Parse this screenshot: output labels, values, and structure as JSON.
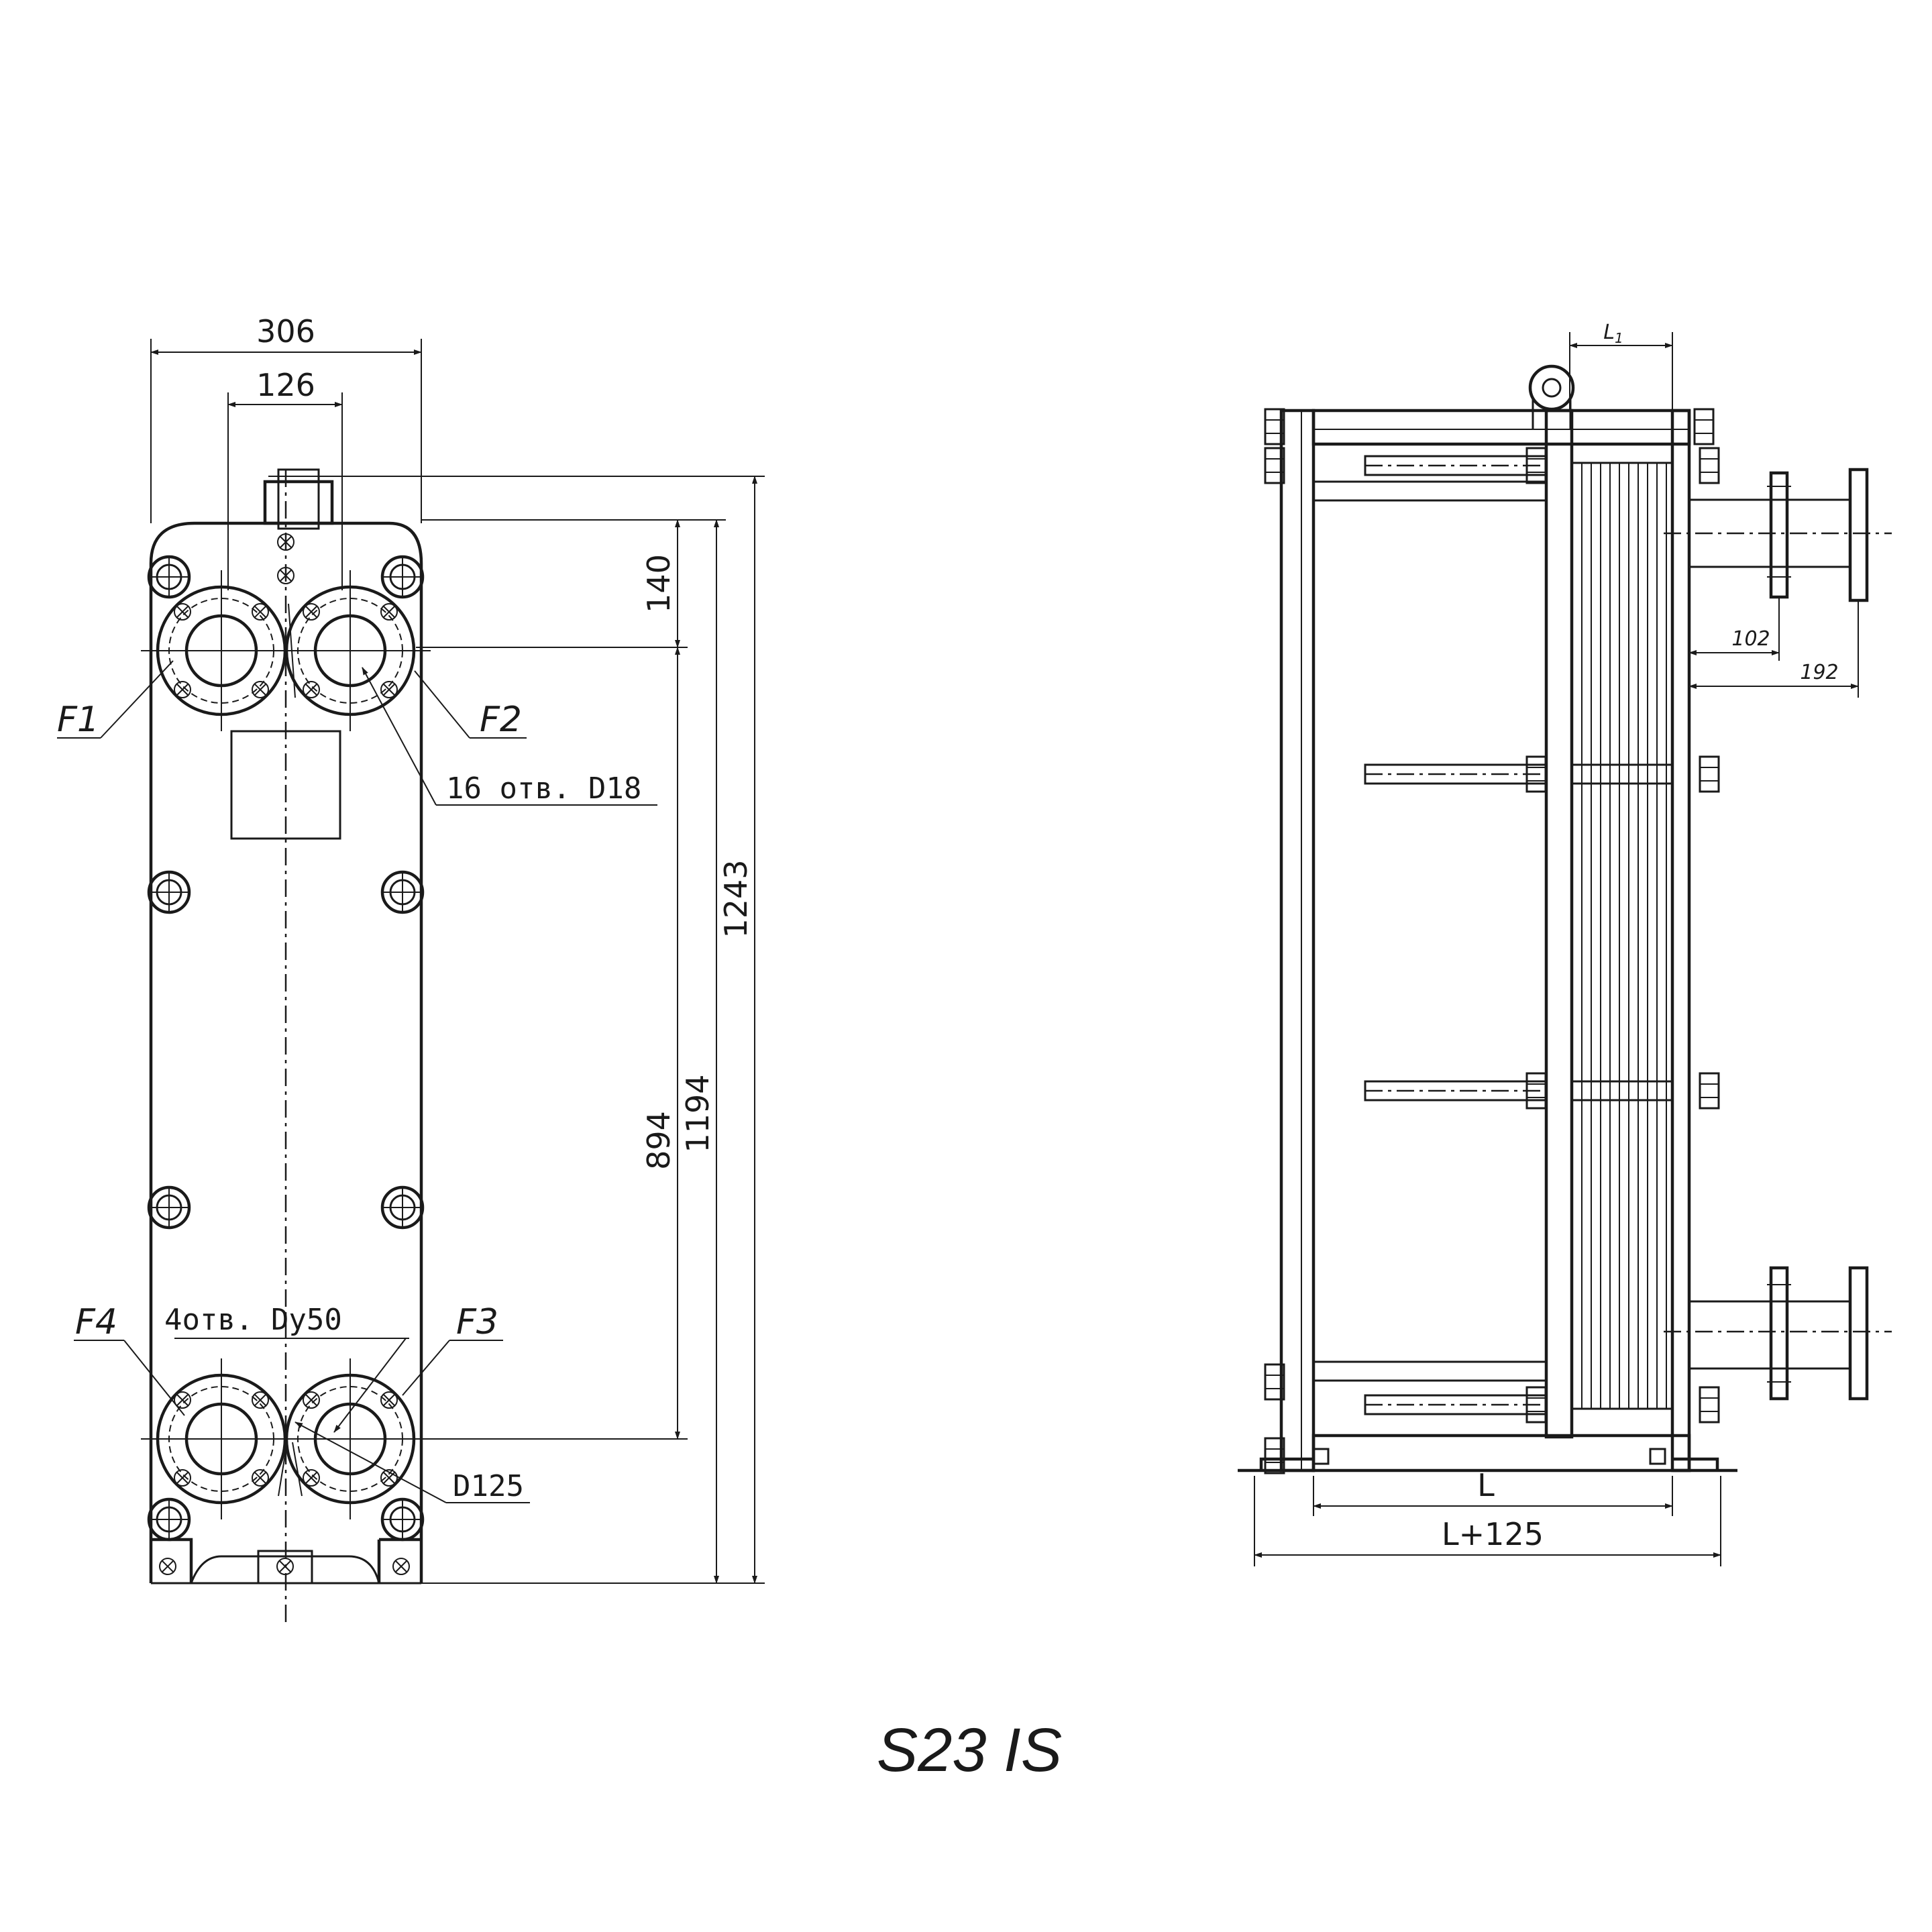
{
  "front_view": {
    "dimensions": {
      "width_total": "306",
      "port_spacing": "126",
      "top_to_port": "140",
      "port_to_port": "894",
      "frame_height": "1194",
      "overall_height": "1243"
    },
    "ports": {
      "f1": "F1",
      "f2": "F2",
      "f3": "F3",
      "f4": "F4"
    },
    "notes": {
      "bolt_holes": "16 отв. D18",
      "port_holes": "4отв. Dy50",
      "flange_diameter": "D125"
    }
  },
  "side_view": {
    "dimensions": {
      "l1": "L",
      "l1_subscript": "1",
      "nozzle_short": "102",
      "nozzle_long": "192",
      "length": "L",
      "length_total": "L+125"
    }
  },
  "caption": "S23 IS"
}
